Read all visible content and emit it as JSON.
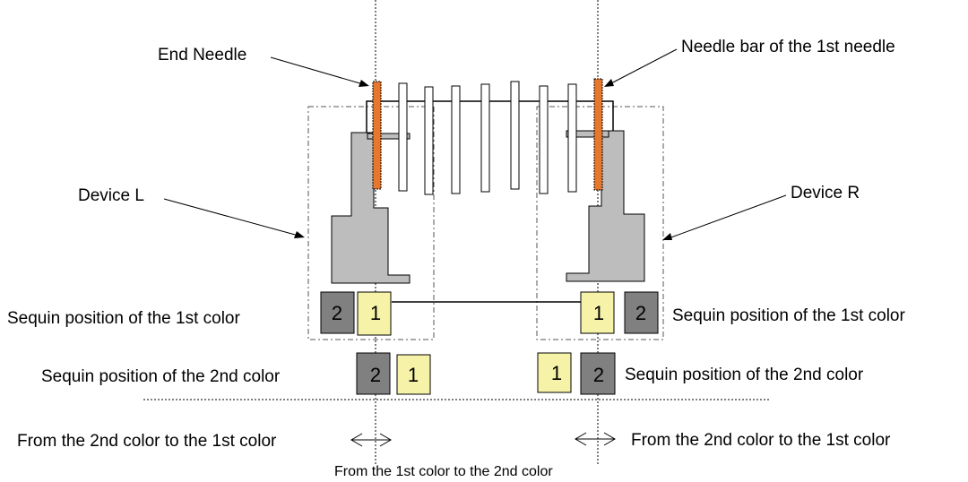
{
  "labels": {
    "end_needle": "End Needle",
    "needle_bar_first": "Needle bar of the 1st needle",
    "device_l": "Device L",
    "device_r": "Device R",
    "seq_first_left": "Sequin position of the 1st color",
    "seq_first_right": "Sequin position of the 1st color",
    "seq_second_left": "Sequin position of the 2nd color",
    "seq_second_right": "Sequin position of the 2nd color",
    "from2to1_left": "From the 2nd color to the 1st color",
    "from2to1_right": "From the 2nd color to the 1st color",
    "from1to2": "From the 1st color to the 2nd color"
  },
  "sequin_numbers": {
    "one": "1",
    "two": "2"
  },
  "colors": {
    "needle_orange": "#E8772E",
    "device_gray": "#BDBDBD",
    "sequin_dark": "#808080",
    "sequin_yellow": "#F6F3A8"
  }
}
